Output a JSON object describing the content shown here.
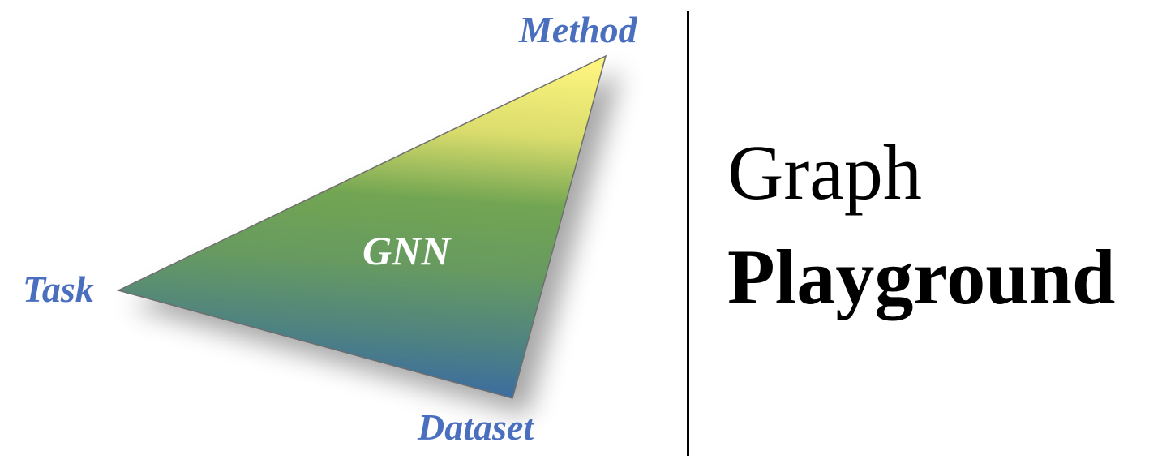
{
  "diagram": {
    "vertices": {
      "top": "Method",
      "left": "Task",
      "bottom": "Dataset"
    },
    "center_label": "GNN",
    "colors": {
      "vertex_label": "#4a6fbf",
      "center_label": "#ffffff",
      "gradient_top": "#fbf27a",
      "gradient_mid": "#6fa352",
      "gradient_bottom": "#3e6b9e",
      "divider": "#000000"
    }
  },
  "title": {
    "line1": "Graph",
    "line2": "Playground"
  }
}
